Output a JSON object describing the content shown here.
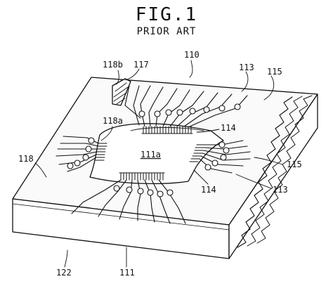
{
  "figure": {
    "title": "FIG.1",
    "subtitle": "PRIOR ART"
  },
  "labels": {
    "l110": "110",
    "l117": "117",
    "l118b": "118b",
    "l113_top": "113",
    "l115_top": "115",
    "l118a": "118a",
    "l114_top": "114",
    "l111a": "111a",
    "l118": "118",
    "l115_right": "115",
    "l114_bottom": "114",
    "l113_right": "113",
    "l122": "122",
    "l111": "111"
  }
}
